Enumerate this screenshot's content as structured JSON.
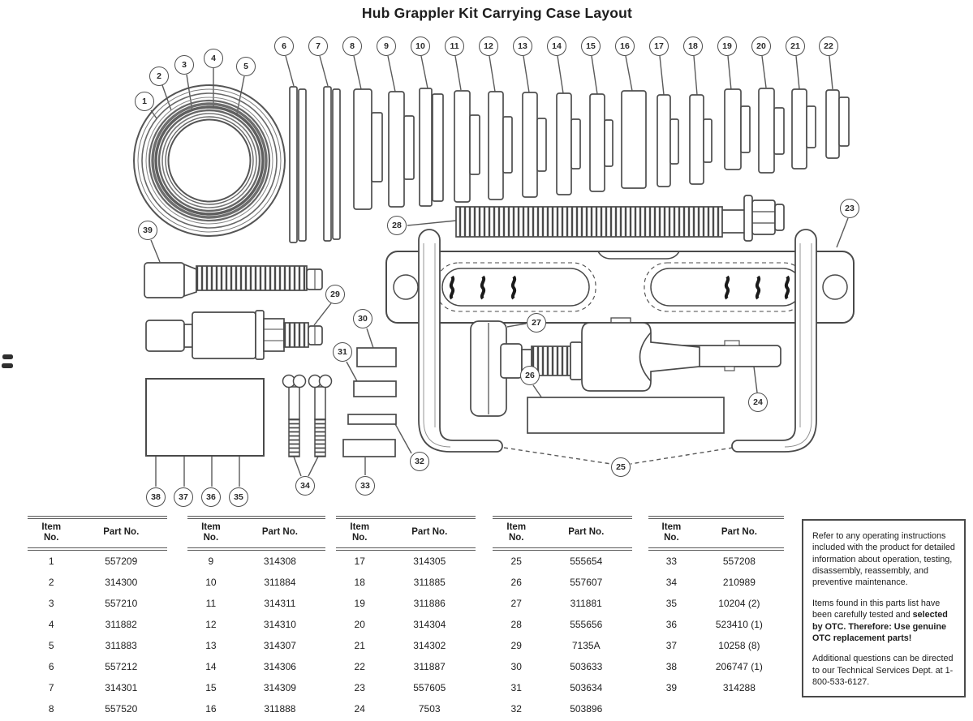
{
  "title": "Hub Grappler Kit Carrying Case Layout",
  "colors": {
    "ink": "#4a4a4a",
    "text": "#1d1d1d"
  },
  "balloons": [
    "1",
    "2",
    "3",
    "4",
    "5",
    "6",
    "7",
    "8",
    "9",
    "10",
    "11",
    "12",
    "13",
    "14",
    "15",
    "16",
    "17",
    "18",
    "19",
    "20",
    "21",
    "22",
    "23",
    "24",
    "25",
    "26",
    "27",
    "28",
    "29",
    "30",
    "31",
    "32",
    "33",
    "34",
    "35",
    "36",
    "37",
    "38",
    "39"
  ],
  "tables": [
    {
      "headers": [
        "Item\nNo.",
        "Part No."
      ],
      "rows": [
        [
          "1",
          "557209"
        ],
        [
          "2",
          "314300"
        ],
        [
          "3",
          "557210"
        ],
        [
          "4",
          "311882"
        ],
        [
          "5",
          "311883"
        ],
        [
          "6",
          "557212"
        ],
        [
          "7",
          "314301"
        ],
        [
          "8",
          "557520"
        ]
      ]
    },
    {
      "headers": [
        "Item\nNo.",
        "Part No."
      ],
      "rows": [
        [
          "9",
          "314308"
        ],
        [
          "10",
          "311884"
        ],
        [
          "11",
          "314311"
        ],
        [
          "12",
          "314310"
        ],
        [
          "13",
          "314307"
        ],
        [
          "14",
          "314306"
        ],
        [
          "15",
          "314309"
        ],
        [
          "16",
          "311888"
        ]
      ]
    },
    {
      "headers": [
        "Item\nNo.",
        "Part No."
      ],
      "rows": [
        [
          "17",
          "314305"
        ],
        [
          "18",
          "311885"
        ],
        [
          "19",
          "311886"
        ],
        [
          "20",
          "314304"
        ],
        [
          "21",
          "314302"
        ],
        [
          "22",
          "311887"
        ],
        [
          "23",
          "557605"
        ],
        [
          "24",
          "7503"
        ]
      ]
    },
    {
      "headers": [
        "Item\nNo.",
        "Part No."
      ],
      "rows": [
        [
          "25",
          "555654"
        ],
        [
          "26",
          "557607"
        ],
        [
          "27",
          "311881"
        ],
        [
          "28",
          "555656"
        ],
        [
          "29",
          "7135A"
        ],
        [
          "30",
          "503633"
        ],
        [
          "31",
          "503634"
        ],
        [
          "32",
          "503896"
        ]
      ]
    },
    {
      "headers": [
        "Item\nNo.",
        "Part No."
      ],
      "rows": [
        [
          "33",
          "557208"
        ],
        [
          "34",
          "210989"
        ],
        [
          "35",
          "10204 (2)"
        ],
        [
          "36",
          "523410 (1)"
        ],
        [
          "37",
          "10258 (8)"
        ],
        [
          "38",
          "206747 (1)"
        ],
        [
          "39",
          "314288"
        ]
      ]
    }
  ],
  "info_box": {
    "para1": "Refer to any operating instructions included with the product for detailed information about operation, testing, disassembly, reassembly, and preventive maintenance.",
    "para2_lead": "Items found in this parts list have been carefully tested and ",
    "para2_bold": "selected by OTC. Therefore: Use genuine OTC replacement parts!",
    "para3": "Additional questions can be directed to our Technical Services Dept. at 1-800-533-6127."
  }
}
